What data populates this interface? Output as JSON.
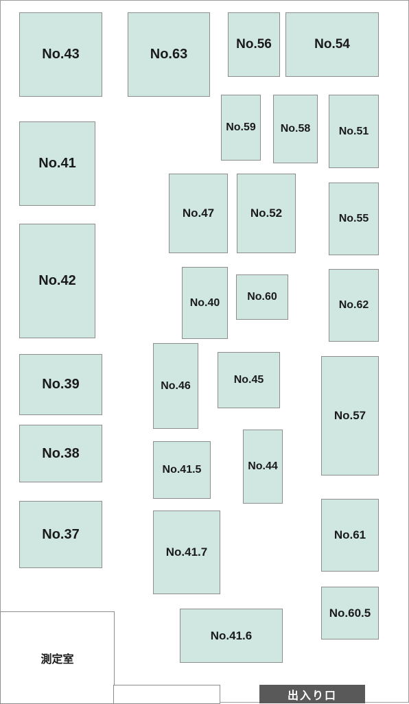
{
  "colors": {
    "slot_fill": "#cfe6e1",
    "slot_border": "#8c8c8c",
    "exit_fill": "#595959"
  },
  "slots": [
    {
      "key": "43",
      "label": "No.43"
    },
    {
      "key": "63",
      "label": "No.63"
    },
    {
      "key": "56",
      "label": "No.56"
    },
    {
      "key": "54",
      "label": "No.54"
    },
    {
      "key": "59",
      "label": "No.59"
    },
    {
      "key": "58",
      "label": "No.58"
    },
    {
      "key": "51",
      "label": "No.51"
    },
    {
      "key": "41",
      "label": "No.41"
    },
    {
      "key": "47",
      "label": "No.47"
    },
    {
      "key": "52",
      "label": "No.52"
    },
    {
      "key": "55",
      "label": "No.55"
    },
    {
      "key": "42",
      "label": "No.42"
    },
    {
      "key": "40",
      "label": "No.40"
    },
    {
      "key": "60",
      "label": "No.60"
    },
    {
      "key": "62",
      "label": "No.62"
    },
    {
      "key": "39",
      "label": "No.39"
    },
    {
      "key": "46",
      "label": "No.46"
    },
    {
      "key": "45",
      "label": "No.45"
    },
    {
      "key": "57",
      "label": "No.57"
    },
    {
      "key": "38",
      "label": "No.38"
    },
    {
      "key": "41-5",
      "label": "No.41.5"
    },
    {
      "key": "44",
      "label": "No.44"
    },
    {
      "key": "37",
      "label": "No.37"
    },
    {
      "key": "41-7",
      "label": "No.41.7"
    },
    {
      "key": "61",
      "label": "No.61"
    },
    {
      "key": "60-5",
      "label": "No.60.5"
    },
    {
      "key": "41-6",
      "label": "No.41.6"
    }
  ],
  "measurement_room": {
    "label": "測定室"
  },
  "entrance": {
    "label": "出入り口"
  }
}
